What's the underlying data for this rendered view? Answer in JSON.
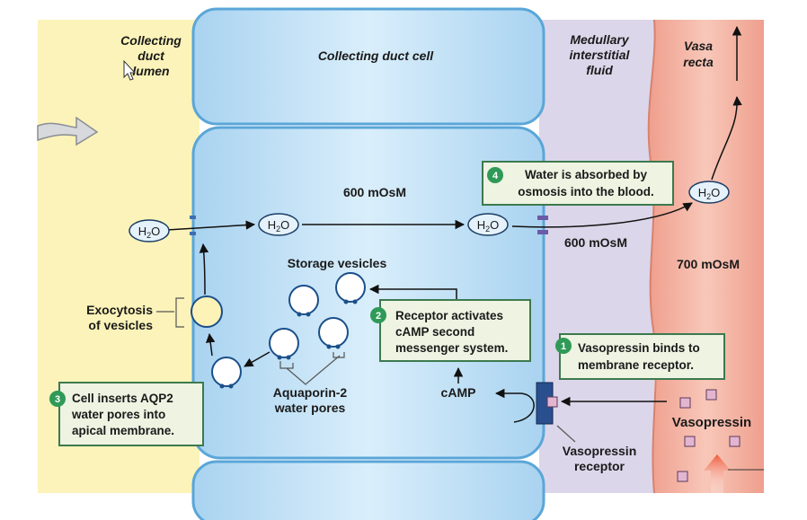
{
  "regions": {
    "lumen": "Collecting duct lumen",
    "cell": "Collecting duct cell",
    "interstitial": "Medullary interstitial fluid",
    "vasa_recta": "Vasa recta"
  },
  "osmolarity": {
    "cell": "600 mOsM",
    "interstitial": "600 mOsM",
    "blood": "700 mOsM"
  },
  "molecule": {
    "h2o": "H",
    "sub": "2",
    "o": "O"
  },
  "labels": {
    "storage_vesicles": "Storage vesicles",
    "exocytosis": [
      "Exocytosis",
      "of vesicles"
    ],
    "aquaporin": [
      "Aquaporin-2",
      "water pores"
    ],
    "camp": "cAMP",
    "receptor": [
      "Vasopressin",
      "receptor"
    ],
    "vasopressin": "Vasopressin"
  },
  "steps": [
    {
      "number": "1",
      "lines": [
        "Vasopressin binds to",
        "membrane receptor."
      ]
    },
    {
      "number": "2",
      "lines": [
        "Receptor activates",
        "cAMP second",
        "messenger system."
      ]
    },
    {
      "number": "3",
      "lines": [
        "Cell inserts AQP2",
        "water pores into",
        "apical membrane."
      ]
    },
    {
      "number": "4",
      "lines": [
        "Water is absorbed by",
        "osmosis into the blood."
      ]
    }
  ],
  "colors": {
    "lumen": "#fbf3b9",
    "cell": "#cfe6f6",
    "cell_border": "#5aa6d8",
    "interstitial": "#dcd6ea",
    "vasa_recta": "#f3b5a6",
    "step_badge": "#2f9a57",
    "step_box": "#eef3e2",
    "receptor": "#2a4f8f",
    "vasopressin": "#e3b5d0"
  }
}
